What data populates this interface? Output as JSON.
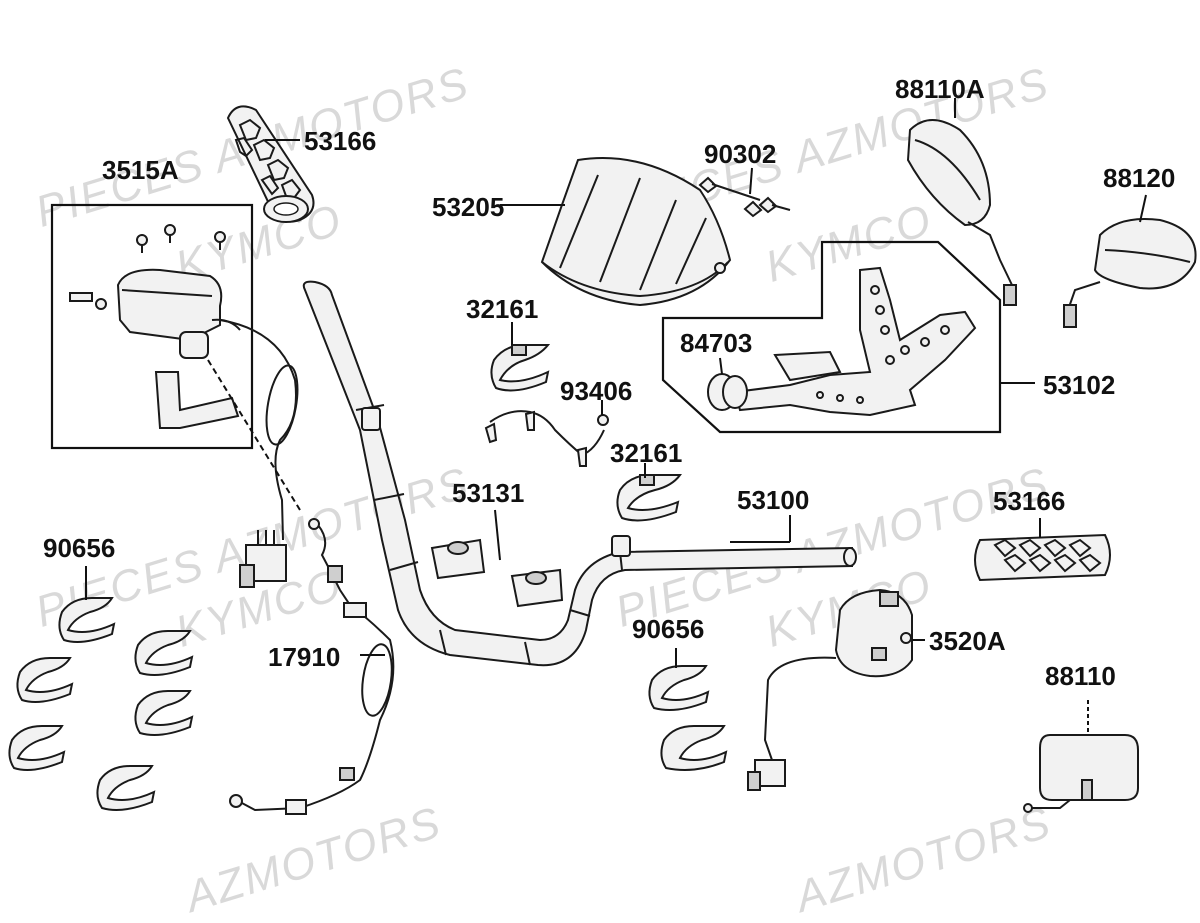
{
  "watermarks": [
    "PIECES AZMOTORS",
    "KYMCO",
    "PIECES AZMOTORS",
    "KYMCO",
    "PIECES AZMOTORS",
    "KYMCO",
    "PIECES AZMOTORS",
    "KYMCO",
    "AZMOTORS",
    "AZMOTORS"
  ],
  "labels": {
    "p53166_top": "53166",
    "p3515A": "3515A",
    "p53205": "53205",
    "p90302": "90302",
    "p88110A": "88110A",
    "p88120": "88120",
    "p32161_a": "32161",
    "p84703": "84703",
    "p53102": "53102",
    "p93406": "93406",
    "p32161_b": "32161",
    "p53131": "53131",
    "p53100": "53100",
    "p53166_right": "53166",
    "p90656_left": "90656",
    "p90656_mid": "90656",
    "p3520A": "3520A",
    "p17910": "17910",
    "p88110": "88110"
  },
  "colors": {
    "line": "#1a1a1a",
    "watermark": "#d9d9d9",
    "part_fill": "#f2f2f2"
  }
}
